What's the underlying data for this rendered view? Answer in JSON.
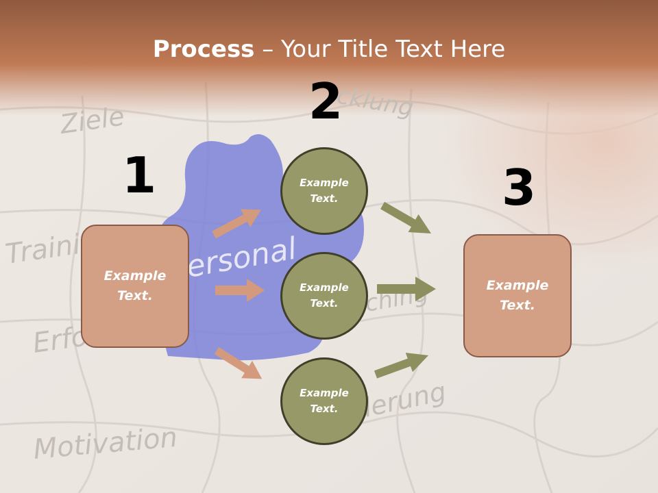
{
  "slide": {
    "title_bold": "Process",
    "title_rest": " – Your Title Text Here",
    "background_words": [
      "Ziele",
      "Training",
      "Erfo",
      "Motivation",
      "ersonal",
      "ching",
      "rderung",
      "cklung"
    ],
    "step_numbers": [
      "1",
      "2",
      "3"
    ],
    "left_box": {
      "text": "Example\nText."
    },
    "right_box": {
      "text": "Example\nText."
    },
    "circles": [
      {
        "text": "Example\nText."
      },
      {
        "text": "Example\nText."
      },
      {
        "text": "Example\nText."
      }
    ],
    "colors": {
      "header": "#b4704c",
      "box_fill": "#d3a085",
      "circle_fill": "#979a68",
      "arrow_left": "#d49a7d",
      "arrow_right": "#8d8f5e",
      "puzzle_blue": "#7c82d8"
    }
  }
}
